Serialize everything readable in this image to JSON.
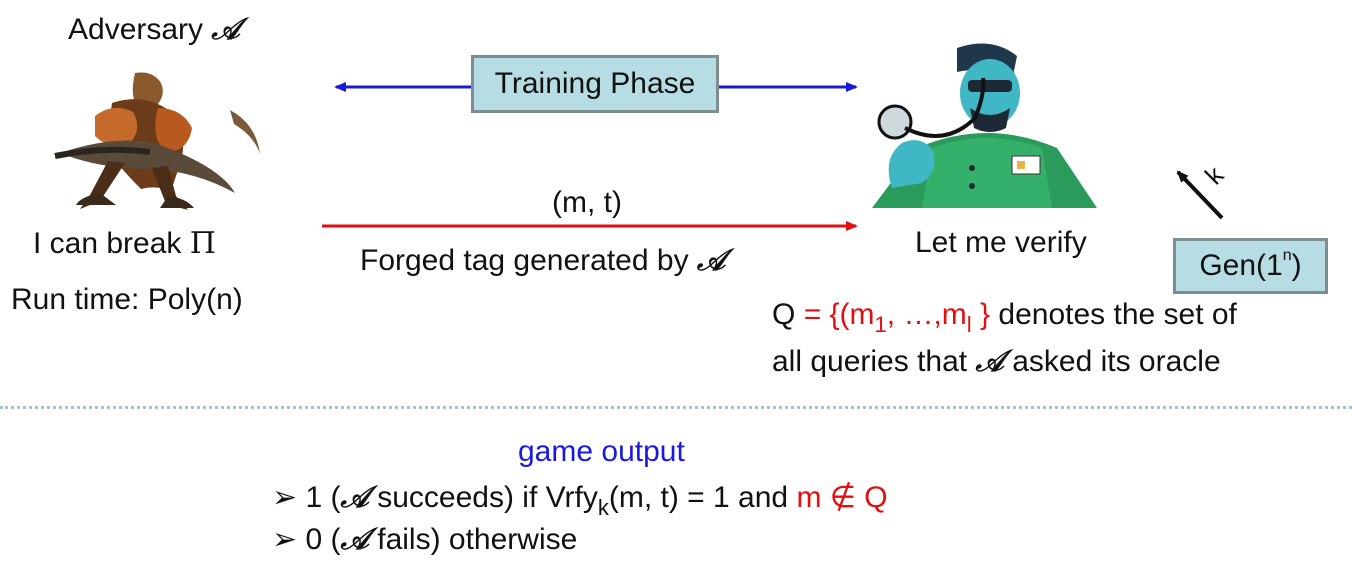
{
  "adversary": {
    "label": "Adversary",
    "symbol": "𝒜",
    "claim": "I can break",
    "claim_symbol": "Π",
    "runtime": "Run time: Poly(n)"
  },
  "training": {
    "label": "Training Phase"
  },
  "forge": {
    "pair": "(m, t)",
    "caption": "Forged tag generated by",
    "symbol": "𝒜"
  },
  "verifier": {
    "label": "Let me verify"
  },
  "gen": {
    "key_label": "k",
    "box_base": "Gen(1",
    "box_sup": "n",
    "box_close": ")"
  },
  "query_set": {
    "q": "Q",
    "eq": "= {(m",
    "sub1": "1",
    ",": ", …,m",
    "subl": "l",
    "close": " }",
    "rest1": "denotes the set of",
    "rest2a": "all queries that",
    "symbol": "𝒜",
    "rest2b": "asked its oracle"
  },
  "game": {
    "title": "game output",
    "bullet1": {
      "a": "1 (",
      "symbol": "𝒜",
      "b": "succeeds) if Vrfy",
      "sub": "k",
      "c": "(m, t) = 1 and",
      "d": "m ∉ Q"
    },
    "bullet2": {
      "a": "0 (",
      "symbol": "𝒜",
      "b": "fails) otherwise"
    },
    "bullet_glyph": "➢"
  },
  "colors": {
    "blue_arrow": "#1a1adf",
    "red_arrow": "#e01010",
    "box_fill": "#b6dde3",
    "box_border": "#7c8e92"
  },
  "icons": [
    "warrior-image",
    "doctor-image",
    "stethoscope-icon"
  ]
}
